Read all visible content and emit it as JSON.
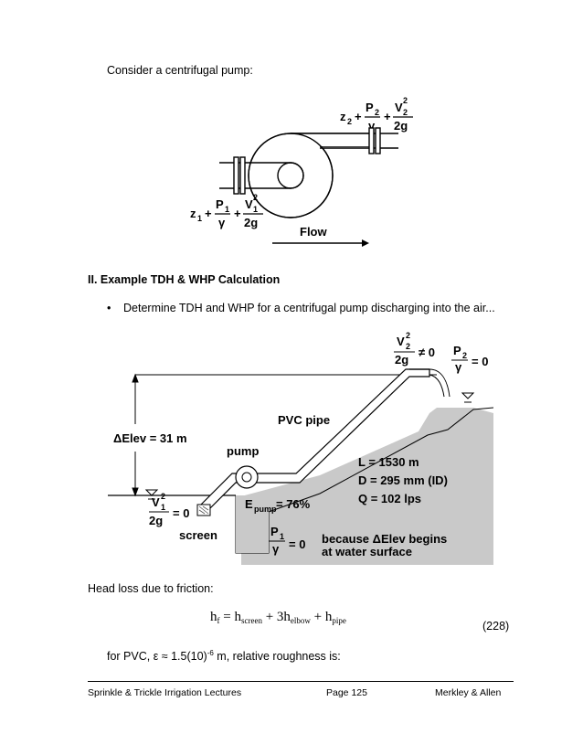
{
  "intro": {
    "text": "Consider a centrifugal pump:"
  },
  "figure1": {
    "eq_top": {
      "z": "z",
      "zsub": "2",
      "P": "P",
      "Psub": "2",
      "gamma": "γ",
      "V": "V",
      "Vsup": "2",
      "Vsub": "2",
      "twog": "2g",
      "plus": "+"
    },
    "eq_bottom": {
      "z": "z",
      "zsub": "1",
      "P": "P",
      "Psub": "1",
      "gamma": "γ",
      "V": "V",
      "Vsup": "2",
      "Vsub": "1",
      "twog": "2g",
      "plus": "+"
    },
    "flow_label": "Flow"
  },
  "section": {
    "heading": "II. Example TDH & WHP Calculation"
  },
  "bullet": {
    "symbol": "•",
    "text": "Determine TDH and WHP for a centrifugal pump discharging into the air..."
  },
  "figure2": {
    "v2_top": "V",
    "v2_sup": "2",
    "v2_sub": "2",
    "v2_bottom": "2g",
    "v2_rel": "≠ 0",
    "p2_top": "P",
    "p2_sub": "2",
    "p2_bottom": "γ",
    "p2_rel": "= 0",
    "pvc": "PVC pipe",
    "delev": "ΔElev = 31 m",
    "pump": "pump",
    "L": "L = 1530 m",
    "D": "D = 295 mm (ID)",
    "Q": "Q = 102 lps",
    "v1_top": "V",
    "v1_sup": "2",
    "v1_sub": "1",
    "v1_bottom": "2g",
    "v1_rel": "= 0",
    "epump_E": "E",
    "epump_sub": "pump",
    "epump_rel": "= 76%",
    "screen": "screen",
    "p1_top": "P",
    "p1_sub": "1",
    "p1_bottom": "γ",
    "p1_rel": "= 0",
    "because1": "because ΔElev begins",
    "because2": "at water surface"
  },
  "headloss": {
    "text": "Head loss due to friction:"
  },
  "equation": {
    "h": "h",
    "f": "f",
    "eq": "=",
    "screen": "screen",
    "plus": "+",
    "three": "3h",
    "elbow": "elbow",
    "pipe": "pipe",
    "number": "(228)"
  },
  "pvc_line": {
    "pre": "for PVC, ε ≈ 1.5(10)",
    "exp": "-6",
    "post": " m, relative roughness is:"
  },
  "footer": {
    "left": "Sprinkle & Trickle Irrigation Lectures",
    "center": "Page 125",
    "right": "Merkley & Allen"
  }
}
